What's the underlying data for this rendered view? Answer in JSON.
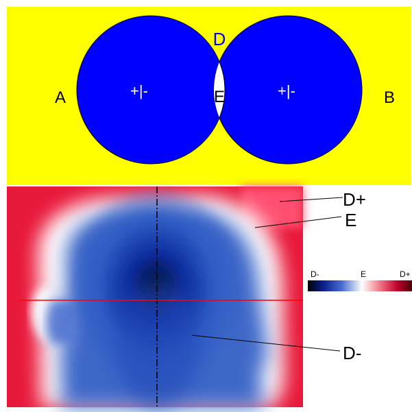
{
  "top_diagram": {
    "label_a": "A",
    "label_b": "B",
    "label_d": "D",
    "label_e": "E",
    "left_lobe_label": "+|-",
    "right_lobe_label": "+|-",
    "colors": {
      "background": "#ffff00",
      "lobes": "#0000ff",
      "overlap": "#ffffff",
      "label_d": "#0000ff",
      "text": "#000000",
      "lobe_text": "#ffffff"
    }
  },
  "bottom_map": {
    "annotations": {
      "d_plus": "D+",
      "e": "E",
      "d_minus": "D-"
    },
    "colors": {
      "positive": "#e8183a",
      "neutral": "#ffffff",
      "negative": "#1a3fb0",
      "crosshair_horizontal": "#ff0000",
      "crosshair_vertical": "#000000"
    }
  },
  "colorbar": {
    "tick_left": "D-",
    "tick_center": "E",
    "tick_right": "D+",
    "stops": [
      "#000000",
      "#0b1f8f",
      "#4b6fd0",
      "#ffffff",
      "#f07080",
      "#c0002a",
      "#4a0008"
    ]
  }
}
